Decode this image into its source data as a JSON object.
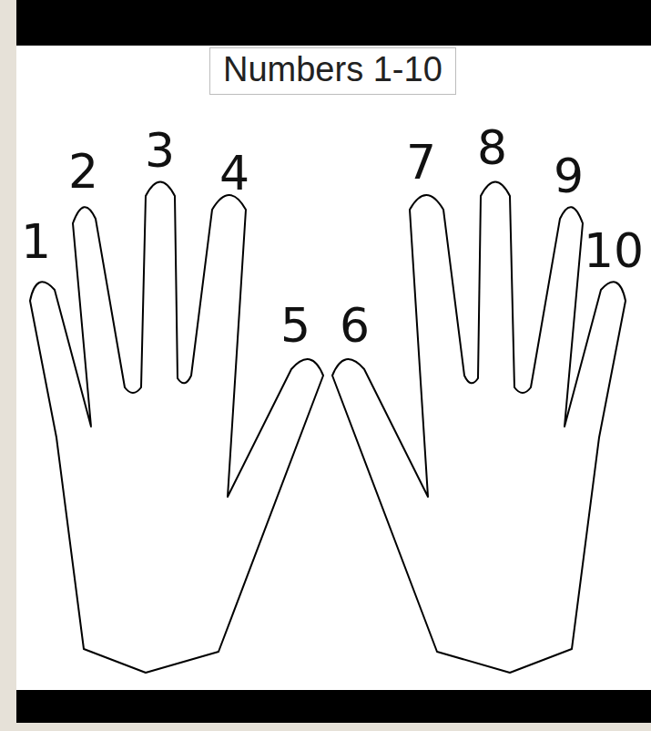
{
  "diagram": {
    "title": "Numbers 1-10",
    "labels": [
      "1",
      "2",
      "3",
      "4",
      "5",
      "6",
      "7",
      "8",
      "9",
      "10"
    ]
  }
}
